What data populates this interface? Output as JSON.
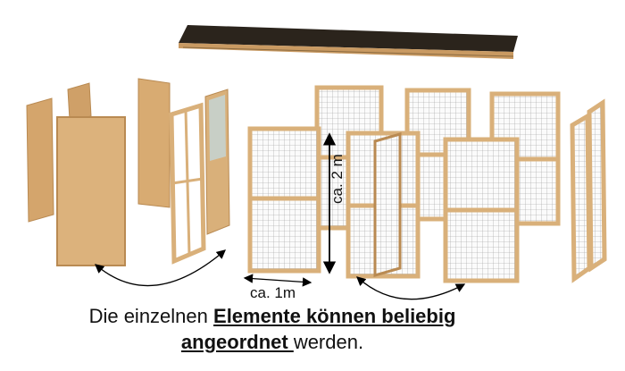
{
  "dimensions": {
    "height_label": "ca. 2 m",
    "width_label": "ca. 1m"
  },
  "caption": {
    "line1_plain": "Die einzelnen ",
    "line1_bold": "Elemente können beliebig",
    "line2_bold": "angeordnet ",
    "line2_plain": "werden."
  },
  "colors": {
    "wood": "#d9b07a",
    "wood_dark": "#b98a52",
    "roof": "#2b241c",
    "mesh": "#8a8a8a"
  }
}
